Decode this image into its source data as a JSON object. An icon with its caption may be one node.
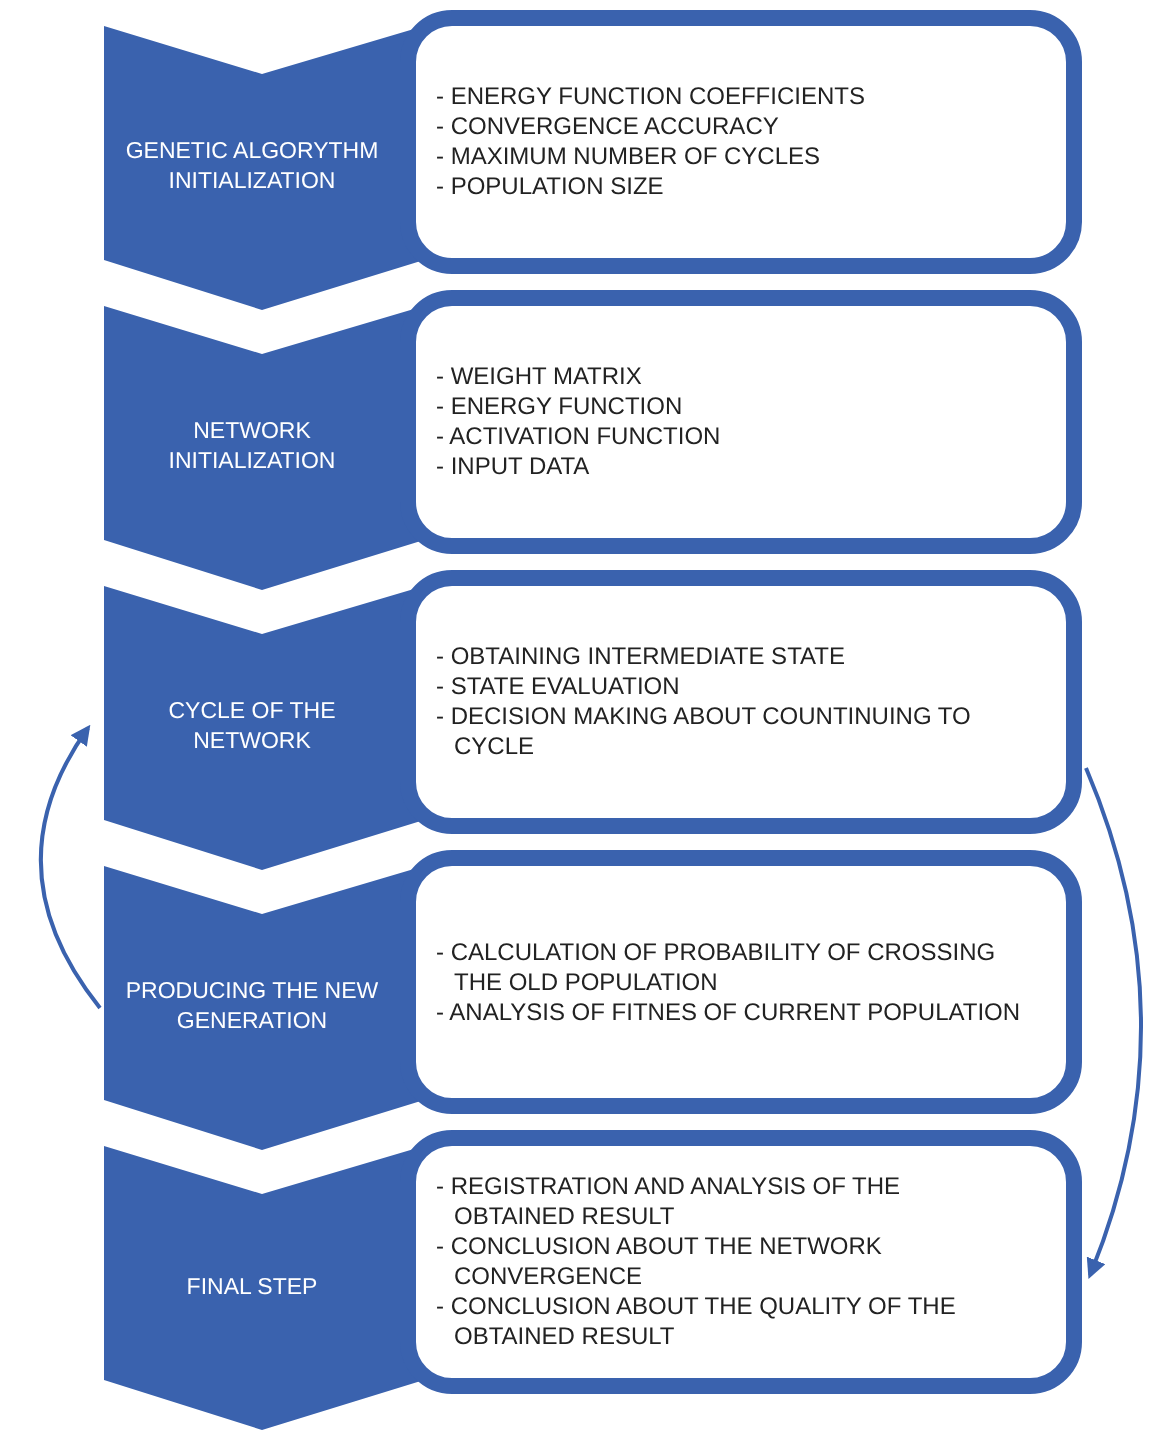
{
  "diagram": {
    "nodes": [
      {
        "text": [
          "GENETIC ALGORYTHM INITIALIZATION"
        ]
      },
      {
        "text": [
          "- ENERGY FUNCTION COEFFICIENTS",
          "- CONVERGENCE ACCURACY",
          "- MAXIMUM NUMBER OF CYCLES",
          "- POPULATION SIZE"
        ]
      },
      {
        "text": [
          "NETWORK INITIALIZATION"
        ]
      },
      {
        "text": [
          "- WEIGHT MATRIX",
          "- ENERGY FUNCTION",
          "- ACTIVATION FUNCTION",
          "- INPUT DATA"
        ]
      },
      {
        "text": [
          "CYCLE OF THE NETWORK"
        ]
      },
      {
        "text": [
          "- OBTAINING INTERMEDIATE STATE",
          "- STATE EVALUATION",
          "- DECISION MAKING ABOUT COUNTINUING TO CYCLE"
        ]
      },
      {
        "text": [
          "PRODUCING THE NEW GENERATION"
        ]
      },
      {
        "text": [
          "- CALCULATION OF PROBABILITY OF CROSSING THE OLD POPULATION",
          "- ANALYSIS OF FITNES OF CURRENT POPULATION"
        ]
      },
      {
        "text": [
          "FINAL STEP"
        ]
      },
      {
        "text": [
          "- REGISTRATION AND ANALYSIS OF THE OBTAINED RESULT",
          "- CONCLUSION ABOUT THE NETWORK CONVERGENCE",
          "- CONCLUSION ABOUT THE QUALITY OF THE OBTAINED RESULT"
        ]
      }
    ],
    "edges": [
      {
        "from": 6,
        "to": 4,
        "arrow": "to"
      },
      {
        "from": 5,
        "to": 9,
        "arrow": "to"
      }
    ]
  }
}
